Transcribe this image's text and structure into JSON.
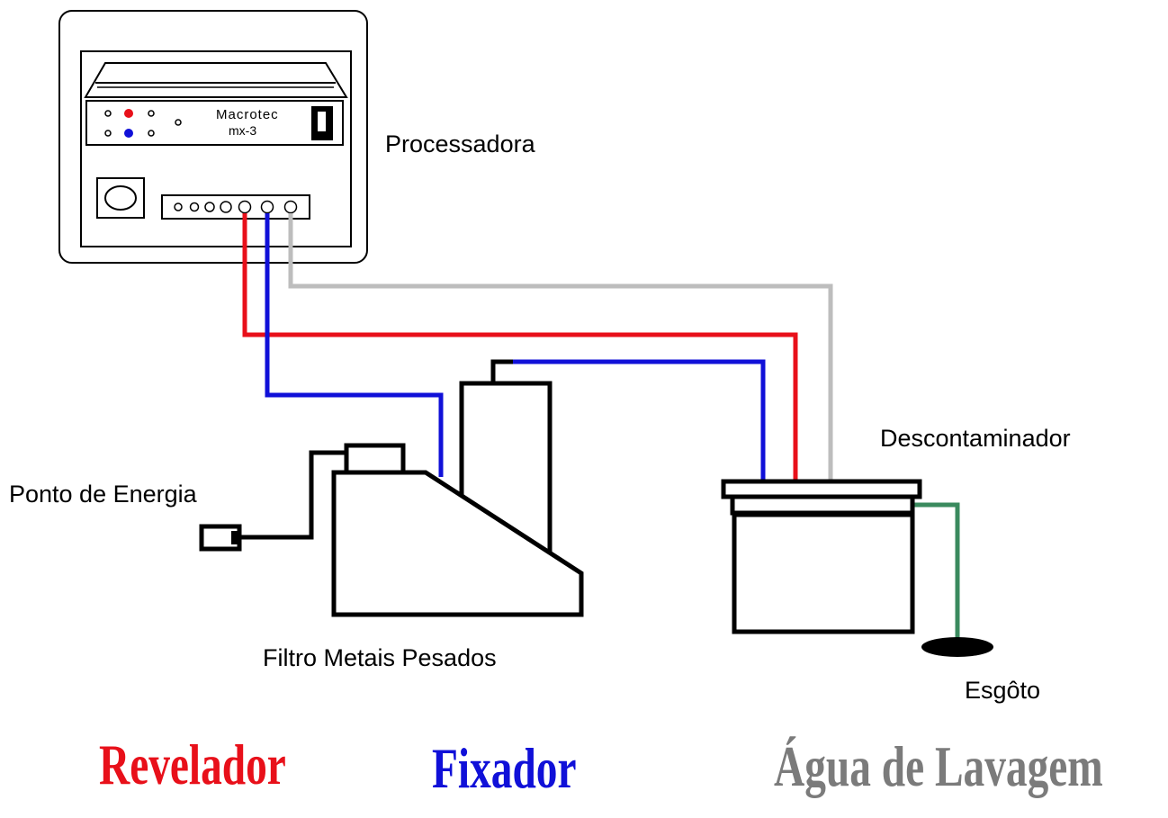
{
  "device": {
    "brand": "Macrotec",
    "model": "mx-3"
  },
  "labels": {
    "processadora": "Processadora",
    "descontaminador": "Descontaminador",
    "ponto_energia": "Ponto de Energia",
    "filtro": "Filtro Metais Pesados",
    "esgoto": "Esgôto"
  },
  "legend": {
    "revelador": "Revelador",
    "fixador": "Fixador",
    "agua": "Água  de Lavagem"
  },
  "colors": {
    "revelador": "#e8101a",
    "fixador": "#1010d8",
    "agua": "#bdbdbd",
    "legend_agua": "#7b7b7b",
    "esgoto_pipe": "#3a8a5e",
    "outline": "#000000"
  }
}
